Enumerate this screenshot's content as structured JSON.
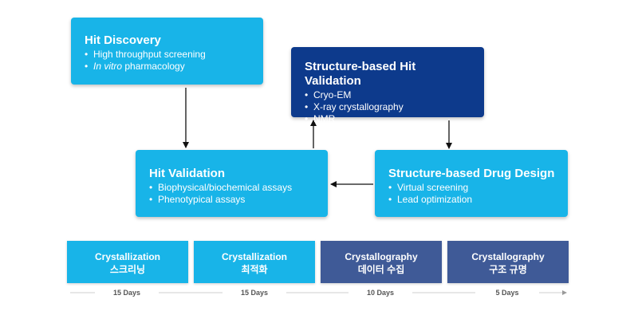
{
  "hit_discovery": {
    "title": "Hit Discovery",
    "items": [
      {
        "prefix": "",
        "emph": "",
        "text": "High throughput screening"
      },
      {
        "prefix": "",
        "emph": "In vitro",
        "text": " pharmacology"
      }
    ]
  },
  "structure_hit_validation": {
    "title": "Structure-based Hit Validation",
    "items": [
      "Cryo-EM",
      "X-ray crystallography",
      "NMR"
    ]
  },
  "hit_validation": {
    "title": "Hit Validation",
    "items": [
      "Biophysical/biochemical assays",
      "Phenotypical assays"
    ]
  },
  "structure_drug_design": {
    "title": "Structure-based Drug Design",
    "items": [
      "Virtual screening",
      "Lead optimization"
    ]
  },
  "steps": [
    {
      "line1": "Crystallization",
      "line2": "스크리닝",
      "days": "15 Days"
    },
    {
      "line1": "Crystallization",
      "line2": "최적화",
      "days": "15 Days"
    },
    {
      "line1": "Crystallography",
      "line2": "데이터 수집",
      "days": "10 Days"
    },
    {
      "line1": "Crystallography",
      "line2": "구조 규명",
      "days": "5 Days"
    }
  ],
  "colors": {
    "light_box": "#18b4e8",
    "dark_box": "#0d3a8c",
    "mid_step": "#3f5a97",
    "arrow": "#111111"
  },
  "bullet": "•"
}
